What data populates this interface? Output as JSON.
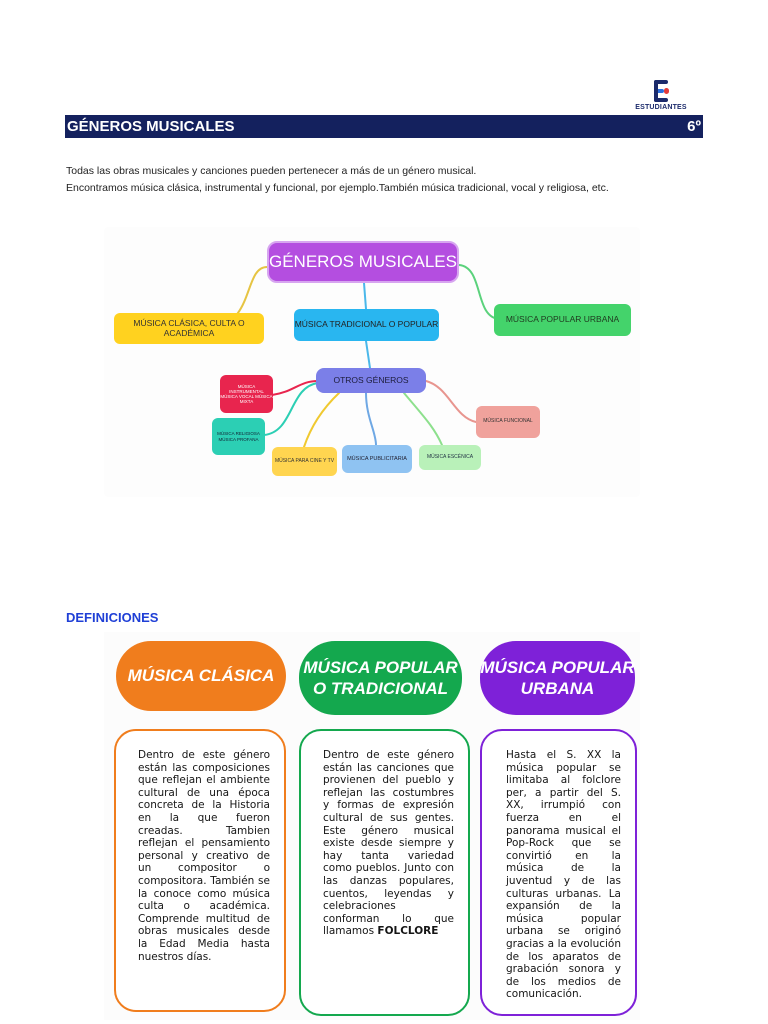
{
  "logo": {
    "name": "ESTUDIANTES",
    "tagline": "ESTUDIANTES"
  },
  "header": {
    "title": "GÉNEROS MUSICALES",
    "grade": "6º"
  },
  "intro": {
    "line1": "Todas las obras musicales y canciones pueden pertenecer a más de un género musical.",
    "line2": "Encontramos música clásica, instrumental y funcional, por ejemplo.También música tradicional, vocal y religiosa, etc."
  },
  "mindmap": {
    "root": "GÉNEROS MUSICALES",
    "clasica": "MÚSICA CLÁSICA, CULTA O ACADÉMICA",
    "tradicional": "MÚSICA TRADICIONAL O POPULAR",
    "urbana": "MÚSICA POPULAR URBANA",
    "otros": "OTROS GÉNEROS",
    "instrumental": "MÚSICA INSTRUMENTAL MÚSICA VOCAL MÚSICA MIXTA",
    "religiosa": "MÚSICA RELIGIOSA MÚSICA PROFANA",
    "cine": "MÚSICA PARA CINE Y TV",
    "publicitaria": "MÚSICA PUBLICITARIA",
    "escenica": "MÚSICA ESCÉNICA",
    "funcional": "MÚSICA FUNCIONAL",
    "colors": {
      "root": "#b44ee0",
      "clasica": "#ffd21f",
      "tradicional": "#29b6f0",
      "urbana": "#44d36b",
      "otros": "#7b7fe8",
      "instrumental": "#e8254e",
      "religiosa": "#2ccfb4",
      "cine": "#ffd550",
      "publicitaria": "#8fc3f2",
      "escenica": "#b9f1b9",
      "funcional": "#f0a29c"
    }
  },
  "definitions": {
    "title": "DEFINICIONES",
    "cards": [
      {
        "heading": "MÚSICA CLÁSICA",
        "color": "#f07d1d",
        "text": "Dentro de este género están las composiciones que reflejan el ambiente cultural de una época concreta de la Historia en la que fueron creadas. Tambien reflejan el pensamiento personal y creativo de un compositor o compositora. También se la conoce como música culta o académica. Comprende multitud de obras musicales desde la Edad Media hasta nuestros días."
      },
      {
        "heading_line1": "MÚSICA POPULAR",
        "heading_line2": "O TRADICIONAL",
        "color": "#14a84e",
        "text": "Dentro de este género están las canciones que provienen del pueblo y reflejan las costumbres y formas de expresión cultural de sus gentes. Este género musical existe desde siempre y hay tanta variedad como pueblos. Junto con las danzas populares, cuentos, leyendas y celebraciones conforman lo que llamamos",
        "emphasis": "FOLCLORE"
      },
      {
        "heading_line1": "MÚSICA POPULAR",
        "heading_line2": "URBANA",
        "color": "#7e21d8",
        "text": "Hasta el S. XX la música popular se limitaba al folclore per, a partir del S. XX, irrumpió con fuerza en el panorama musical el Pop-Rock que se convirtió en la música de la juventud y de las culturas urbanas. La expansión de la música popular urbana se originó gracias a la evolución de los aparatos de grabación sonora y de los medios de comunicación."
      }
    ]
  }
}
